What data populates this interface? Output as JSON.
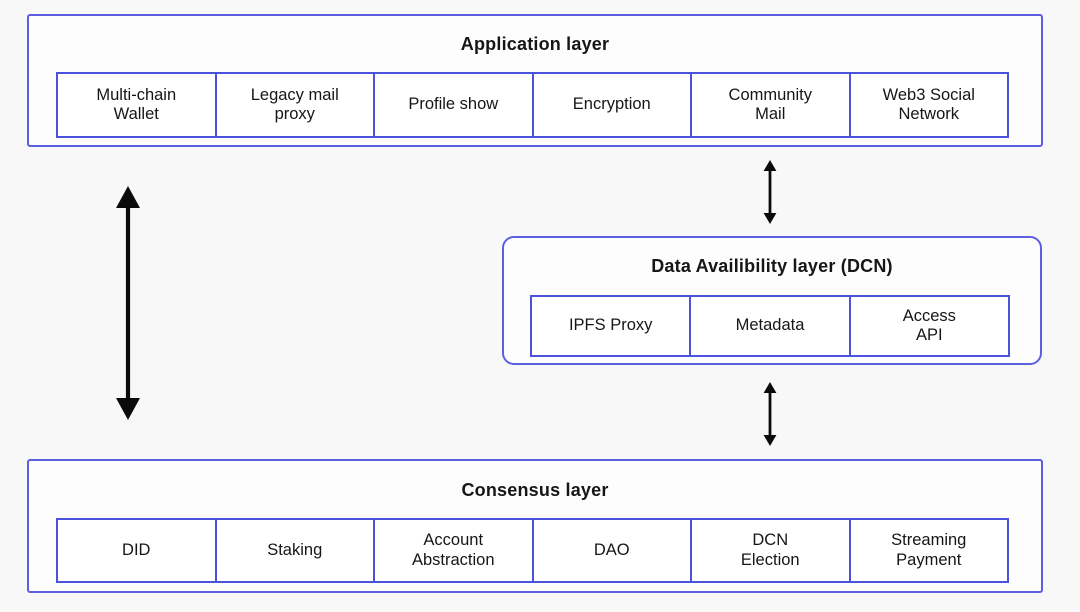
{
  "colors": {
    "background": "#f8f8f9",
    "box_border": "#5e5fe0",
    "cell_border": "#4b52dc",
    "box_fill": "#fdfdfe",
    "cell_fill": "#ffffff",
    "arrow": "#0b0b0b",
    "text": "#161616"
  },
  "layers": {
    "application": {
      "title": "Application layer",
      "cells": [
        "Multi-chain\nWallet",
        "Legacy mail\nproxy",
        "Profile show",
        "Encryption",
        "Community\nMail",
        "Web3 Social\nNetwork"
      ]
    },
    "data_availability": {
      "title": "Data Availibility layer (DCN)",
      "cells": [
        "IPFS Proxy",
        "Metadata",
        "Access\nAPI"
      ]
    },
    "consensus": {
      "title": "Consensus layer",
      "cells": [
        "DID",
        "Staking",
        "Account\nAbstraction",
        "DAO",
        "DCN\nElection",
        "Streaming\nPayment"
      ]
    }
  },
  "connections": [
    {
      "from": "application",
      "to": "consensus",
      "style": "double-headed-vertical-large"
    },
    {
      "from": "application",
      "to": "data_availability",
      "style": "double-headed-vertical-small"
    },
    {
      "from": "data_availability",
      "to": "consensus",
      "style": "double-headed-vertical-small"
    }
  ]
}
